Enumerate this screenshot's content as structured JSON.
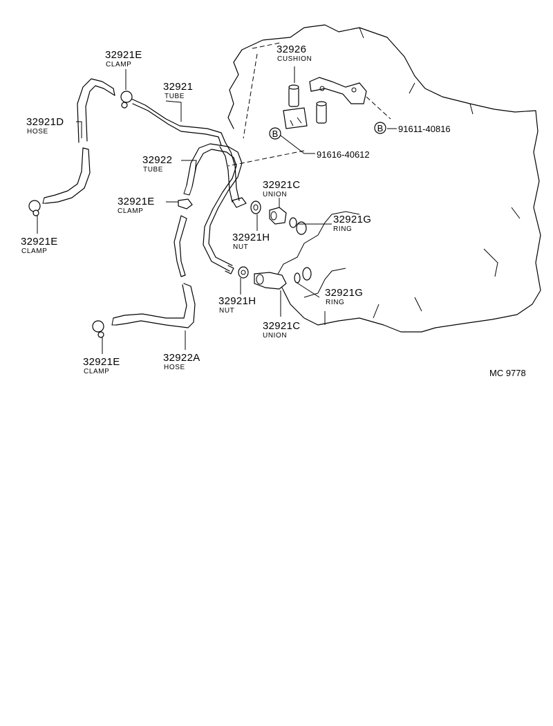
{
  "diagram_code": "MC 9778",
  "bolt_marker": "B",
  "callouts": [
    {
      "id": "clamp-top",
      "number": "32921E",
      "desc": "CLAMP"
    },
    {
      "id": "tube-32921",
      "number": "32921",
      "desc": "TUBE"
    },
    {
      "id": "cushion",
      "number": "32926",
      "desc": "CUSHION"
    },
    {
      "id": "hose-32921d",
      "number": "32921D",
      "desc": "HOSE"
    },
    {
      "id": "tube-32922",
      "number": "32922",
      "desc": "TUBE"
    },
    {
      "id": "clamp-mid",
      "number": "32921E",
      "desc": "CLAMP"
    },
    {
      "id": "clamp-left",
      "number": "32921E",
      "desc": "CLAMP"
    },
    {
      "id": "union-upper",
      "number": "32921C",
      "desc": "UNION"
    },
    {
      "id": "ring-upper",
      "number": "32921G",
      "desc": "RING"
    },
    {
      "id": "nut-upper",
      "number": "32921H",
      "desc": "NUT"
    },
    {
      "id": "nut-lower",
      "number": "32921H",
      "desc": "NUT"
    },
    {
      "id": "ring-lower",
      "number": "32921G",
      "desc": "RING"
    },
    {
      "id": "union-lower",
      "number": "32921C",
      "desc": "UNION"
    },
    {
      "id": "clamp-bottom",
      "number": "32921E",
      "desc": "CLAMP"
    },
    {
      "id": "hose-32922a",
      "number": "32922A",
      "desc": "HOSE"
    }
  ],
  "bolts": [
    {
      "id": "bolt-91611",
      "number": "91611-40816"
    },
    {
      "id": "bolt-91616",
      "number": "91616-40612"
    }
  ]
}
